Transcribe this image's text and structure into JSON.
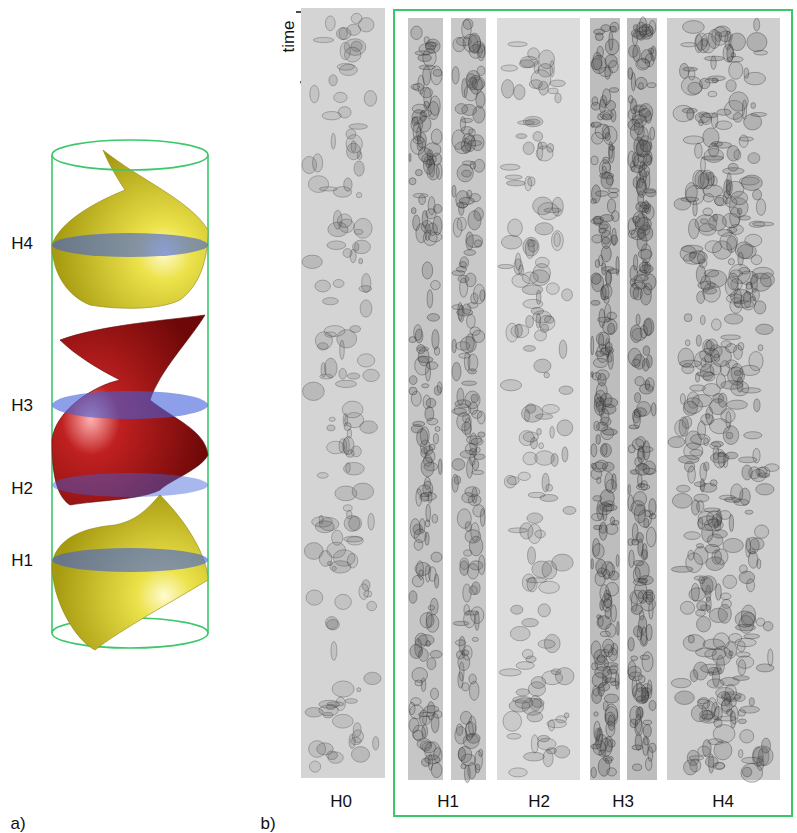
{
  "diagram": {
    "labels": [
      "H4",
      "H3",
      "H2",
      "H1",
      "time",
      "H0",
      "H1",
      "H2",
      "H3",
      "H4",
      "a)",
      "b)"
    ]
  }
}
